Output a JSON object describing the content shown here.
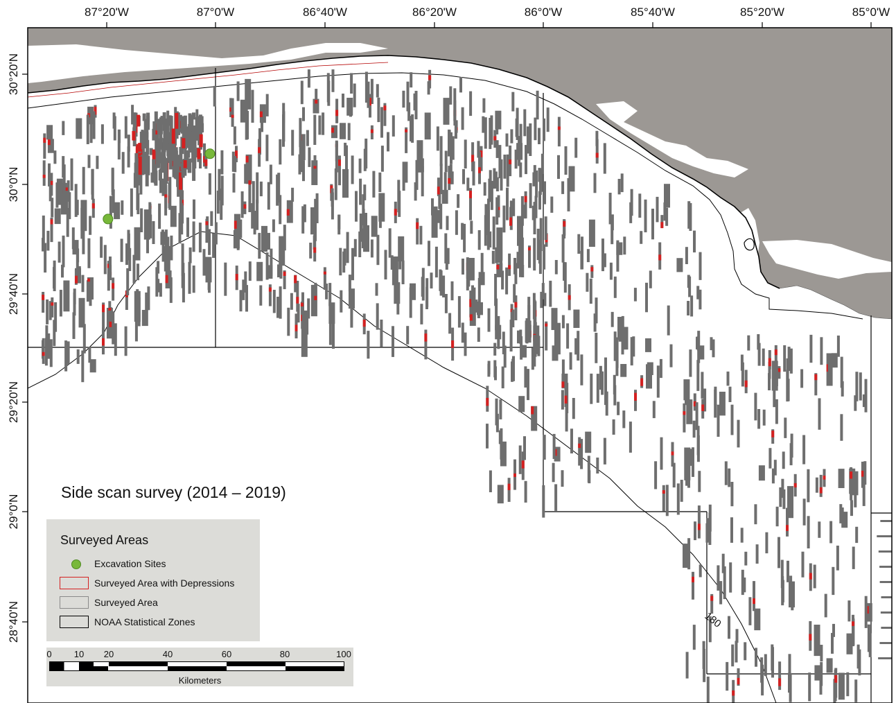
{
  "map": {
    "lon_labels": [
      "87°20'W",
      "87°0'W",
      "86°40'W",
      "86°20'W",
      "86°0'W",
      "85°40'W",
      "85°20'W",
      "85°0'W"
    ],
    "lat_labels": [
      "30°20'N",
      "30°0'N",
      "29°40'N",
      "29°20'N",
      "29°0'N",
      "28°40'N"
    ],
    "title": "Side scan survey (2014 – 2019)",
    "contour_label": "180",
    "colors": {
      "land": "#9c9894",
      "water": "#ffffff",
      "survey": "#6e6e6e",
      "depression": "#d42020",
      "excavation": "#78b83a",
      "zones": "#000000"
    },
    "excavation_sites": [
      {
        "lon": -87.328,
        "lat": 29.895
      },
      {
        "lon": -87.017,
        "lat": 30.093
      }
    ]
  },
  "legend": {
    "title": "Surveyed Areas",
    "items": [
      {
        "label": "Excavation Sites",
        "icon": "green-dot-icon"
      },
      {
        "label": "Surveyed Area with Depressions",
        "icon": "red-outline-box-icon"
      },
      {
        "label": "Surveyed Area",
        "icon": "gray-outline-box-icon"
      },
      {
        "label": "NOAA Statistical Zones",
        "icon": "black-outline-box-icon"
      }
    ]
  },
  "scalebar": {
    "ticks": [
      "0",
      "10",
      "20",
      "40",
      "60",
      "80",
      "100"
    ],
    "units": "Kilometers"
  }
}
